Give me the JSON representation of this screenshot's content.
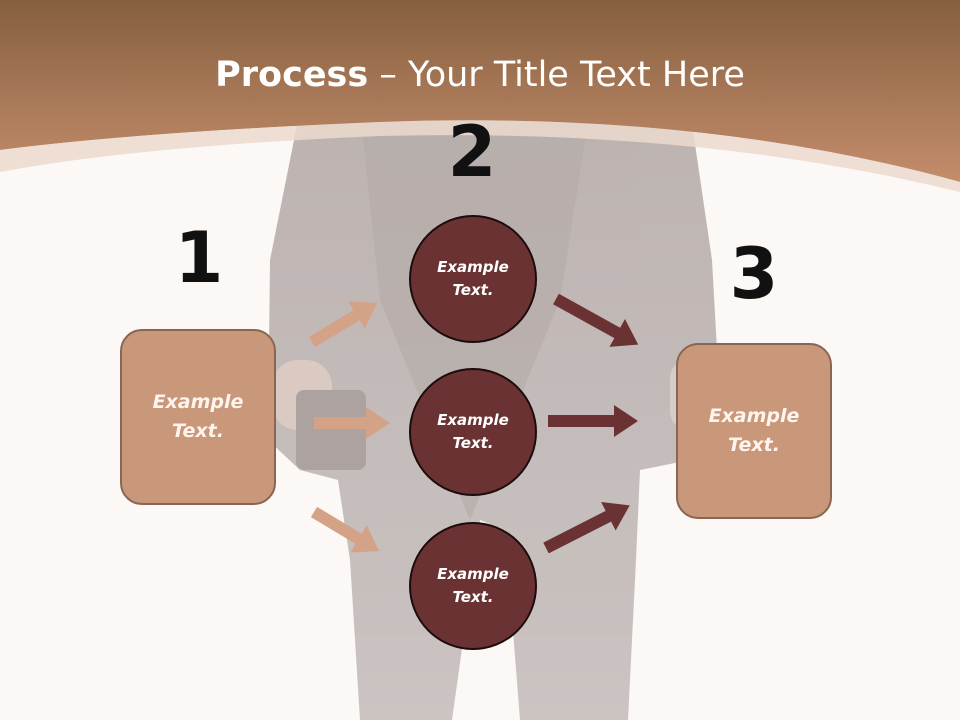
{
  "title": {
    "bold": "Process",
    "dash": " – ",
    "rest": "Your Title Text Here"
  },
  "steps": [
    {
      "number": "1",
      "label": "Example Text."
    },
    {
      "number": "2",
      "label": "Example Text."
    },
    {
      "number": "3",
      "label": "Example Text."
    }
  ],
  "circles": [
    {
      "label": "Example Text."
    },
    {
      "label": "Example Text."
    },
    {
      "label": "Example Text."
    }
  ],
  "colors": {
    "header_top": "#8a5f44",
    "header_bottom": "#c08a68",
    "box_fill": "#c9977a",
    "box_border": "#8a6652",
    "circle_fill": "#6a3232",
    "left_arrow": "#d4a387",
    "right_arrow": "#6a3232"
  }
}
